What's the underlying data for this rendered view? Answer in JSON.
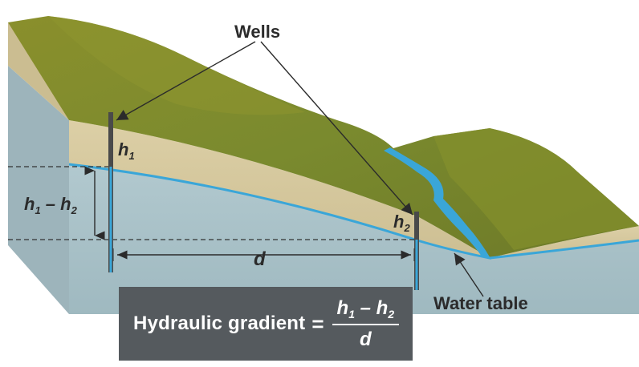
{
  "labels": {
    "wells": "Wells",
    "h1": "h",
    "h1_sub": "1",
    "h2": "h",
    "h2_sub": "2",
    "diff_h": "h",
    "diff_sub1": "1",
    "diff_minus": " – ",
    "diff_h2": "h",
    "diff_sub2": "2",
    "d": "d",
    "water_table": "Water table"
  },
  "formula": {
    "label": "Hydraulic gradient",
    "equals": "=",
    "num_h1": "h",
    "num_sub1": "1",
    "num_minus": " – ",
    "num_h2": "h",
    "num_sub2": "2",
    "den": "d"
  },
  "colors": {
    "groundwater": "#a9c2c9",
    "groundwater_side": "#8fabb3",
    "soil": "#d8c9a0",
    "grass": "#7f8a2a",
    "water_line": "#3aa6d8",
    "formula_bg": "#555a5e"
  }
}
